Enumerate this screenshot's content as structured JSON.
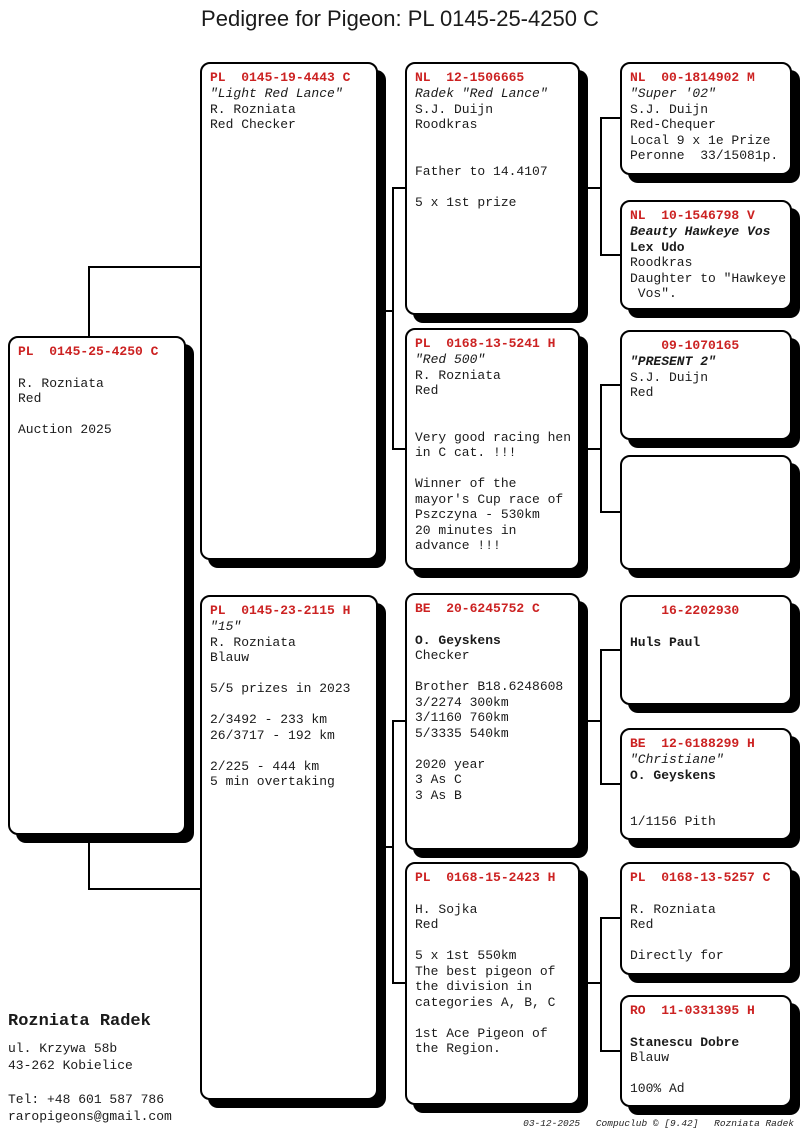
{
  "title": "Pedigree for Pigeon: PL  0145-25-4250 C",
  "accent_color": "#cc2222",
  "boxes": {
    "subject": {
      "ring": "PL  0145-25-4250 C",
      "lines": [
        "",
        "R. Rozniata",
        "Red",
        "",
        "Auction 2025"
      ]
    },
    "father": {
      "ring": "PL  0145-19-4443 C",
      "lines": [
        "\"Light Red Lance\"",
        "R. Rozniata",
        "Red Checker"
      ]
    },
    "mother": {
      "ring": "PL  0145-23-2115 H",
      "lines": [
        "\"15\"",
        "R. Rozniata",
        "Blauw",
        "",
        "5/5 prizes in 2023",
        "",
        "2/3492 - 233 km",
        "26/3717 - 192 km",
        "",
        "2/225 - 444 km",
        "5 min overtaking"
      ]
    },
    "gp1": {
      "ring": "NL  12-1506665",
      "lines": [
        "Radek \"Red Lance\"",
        "S.J. Duijn",
        "Roodkras",
        "",
        "",
        "Father to 14.4107",
        "",
        "5 x 1st prize"
      ]
    },
    "gp2": {
      "ring": "PL  0168-13-5241 H",
      "lines": [
        "\"Red 500\"",
        "R. Rozniata",
        "Red",
        "",
        "",
        "Very good racing hen",
        "in C cat. !!!",
        "",
        "Winner of the",
        "mayor's Cup race of",
        "Pszczyna - 530km",
        "20 minutes in",
        "advance !!!"
      ]
    },
    "gp3": {
      "ring": "BE  20-6245752 C",
      "lines": [
        "",
        "O. Geyskens",
        "Checker",
        "",
        "Brother B18.6248608",
        "3/2274 300km",
        "3/1160 760km",
        "5/3335 540km",
        "",
        "2020 year",
        "3 As C",
        "3 As B"
      ]
    },
    "gp4": {
      "ring": "PL  0168-15-2423 H",
      "lines": [
        "",
        "H. Sojka",
        "Red",
        "",
        "5 x 1st 550km",
        "The best pigeon of",
        "the division in",
        "categories A, B, C",
        "",
        "1st Ace Pigeon of",
        "the Region."
      ]
    },
    "ggp1": {
      "ring": "NL  00-1814902 M",
      "lines": [
        "\"Super '02\"",
        "S.J. Duijn",
        "Red-Chequer",
        "Local 9 x 1e Prize",
        "Peronne  33/15081p."
      ]
    },
    "ggp2": {
      "ring": "NL  10-1546798 V",
      "lines": [
        "Beauty Hawkeye Vos",
        "Lex Udo",
        "Roodkras",
        "Daughter to \"Hawkeye",
        " Vos\"."
      ]
    },
    "ggp3": {
      "ring": "    09-1070165",
      "lines": [
        "\"PRESENT 2\"",
        "S.J. Duijn",
        "Red"
      ]
    },
    "ggp4": {
      "ring": "",
      "lines": []
    },
    "ggp5": {
      "ring": "    16-2202930",
      "lines": [
        "",
        "Huls Paul"
      ]
    },
    "ggp6": {
      "ring": "BE  12-6188299 H",
      "lines": [
        "\"Christiane\"",
        "O. Geyskens",
        "",
        "",
        "1/1156 Pith"
      ]
    },
    "ggp7": {
      "ring": "PL  0168-13-5257 C",
      "lines": [
        "",
        "R. Rozniata",
        "Red",
        "",
        "Directly for"
      ]
    },
    "ggp8": {
      "ring": "RO  11-0331395 H",
      "lines": [
        "",
        "Stanescu Dobre",
        "Blauw",
        "",
        "100% Ad"
      ]
    }
  },
  "contact": {
    "name": "Rozniata Radek",
    "address1": "ul. Krzywa 58b",
    "address2": "43-262 Kobielice",
    "phone": "Tel: +48 601 587 786",
    "email": "raropigeons@gmail.com"
  },
  "footer": {
    "date": "03-12-2025",
    "software": "Compuclub © [9.42]",
    "author": "Rozniata Radek"
  }
}
